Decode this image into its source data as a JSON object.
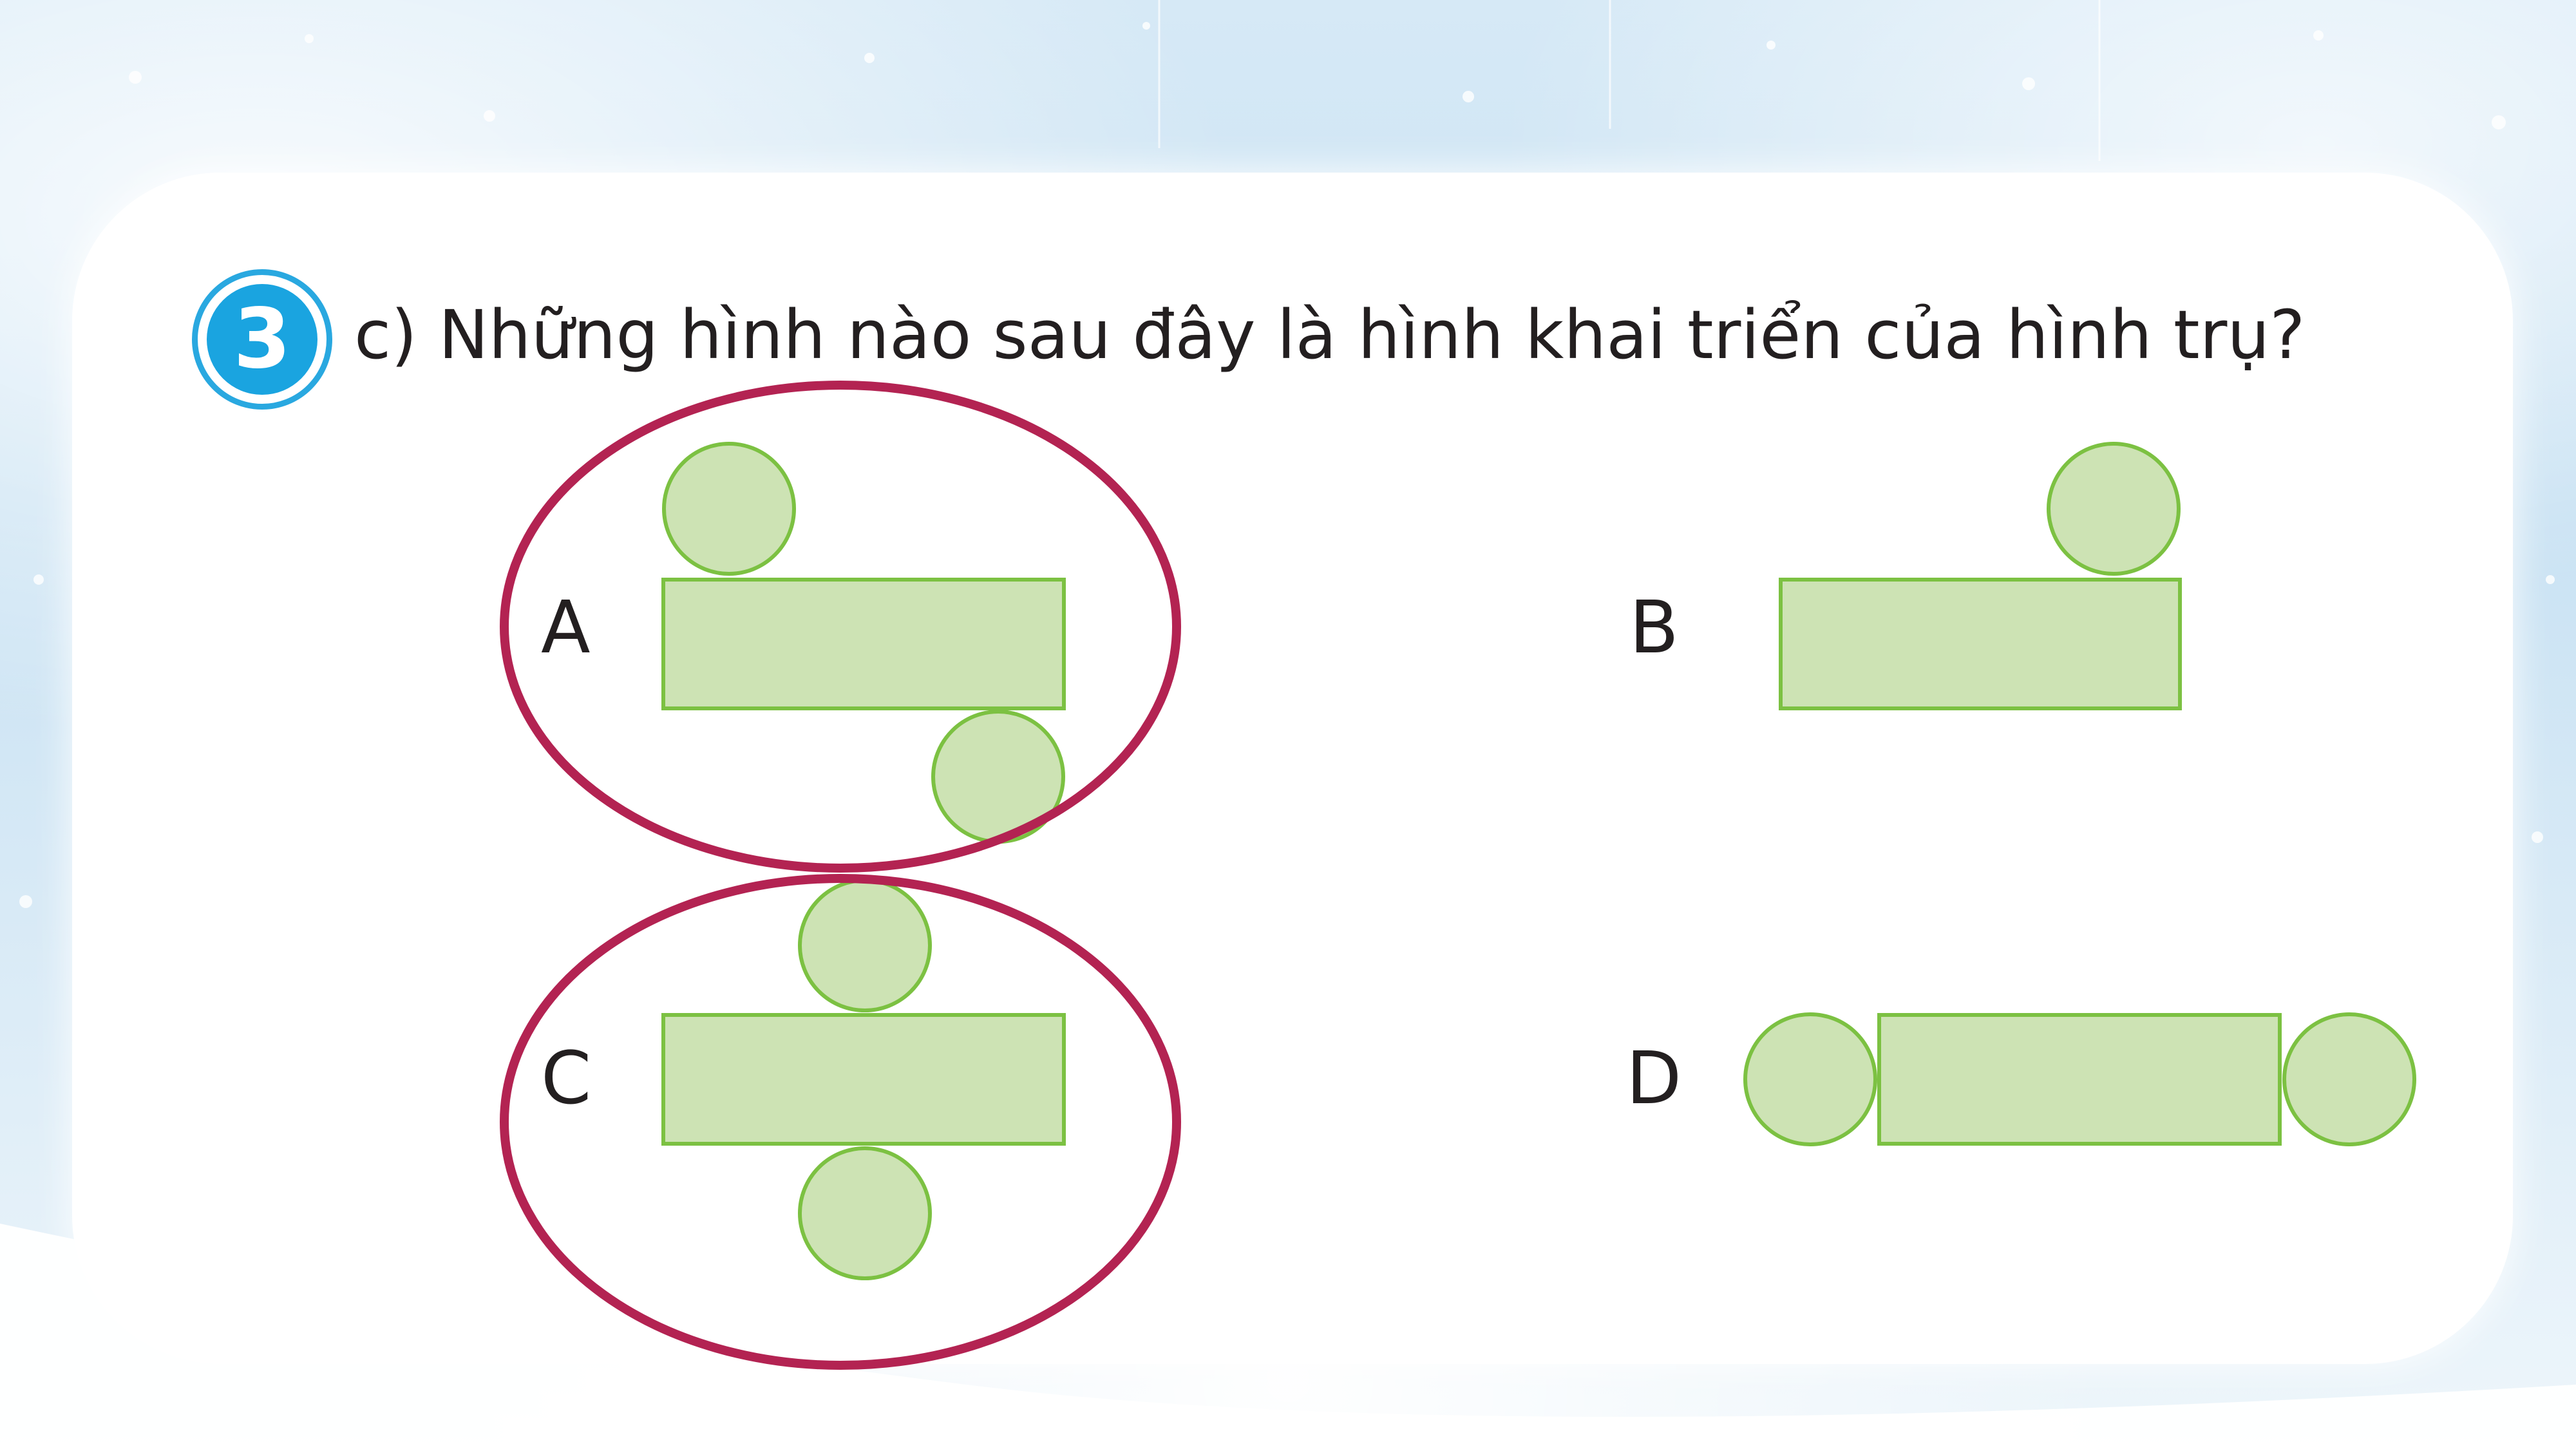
{
  "question": {
    "number": "3",
    "text": "c) Những hình nào sau đây là hình khai triển của hình trụ?"
  },
  "options": [
    {
      "label": "A",
      "circled": true
    },
    {
      "label": "B",
      "circled": false
    },
    {
      "label": "C",
      "circled": true
    },
    {
      "label": "D",
      "circled": false
    }
  ],
  "colors": {
    "shape_fill": "#cde3b4",
    "shape_stroke": "#7cc142",
    "answer_ring": "#b32352",
    "badge_blue": "#1aa4e0"
  }
}
